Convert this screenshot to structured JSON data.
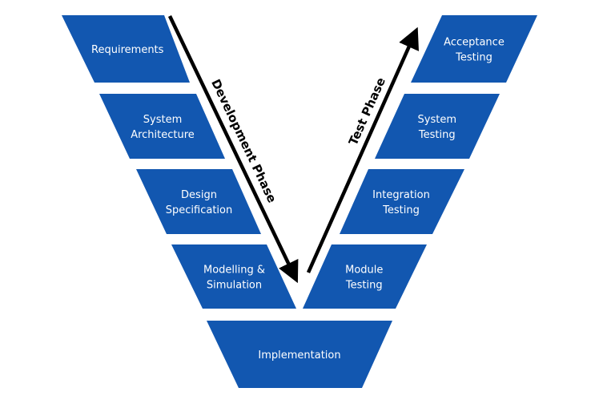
{
  "colors": {
    "box": "#1257b0",
    "arrow": "#000000"
  },
  "left": [
    {
      "lines": [
        "Requirements"
      ]
    },
    {
      "lines": [
        "System",
        "Architecture"
      ]
    },
    {
      "lines": [
        "Design",
        "Specification"
      ]
    },
    {
      "lines": [
        "Modelling &",
        "Simulation"
      ]
    }
  ],
  "right": [
    {
      "lines": [
        "Acceptance",
        "Testing"
      ]
    },
    {
      "lines": [
        "System",
        "Testing"
      ]
    },
    {
      "lines": [
        "Integration",
        "Testing"
      ]
    },
    {
      "lines": [
        "Module",
        "Testing"
      ]
    }
  ],
  "bottom": {
    "lines": [
      "Implementation"
    ]
  },
  "phases": {
    "development": "Development Phase",
    "test": "Test Phase"
  }
}
